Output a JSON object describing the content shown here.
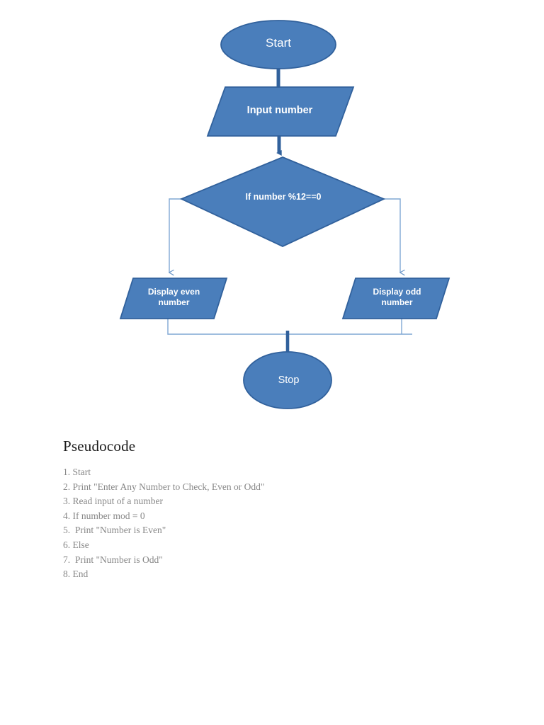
{
  "document": {
    "type": "flowchart-with-pseudocode",
    "background_color": "#ffffff"
  },
  "theme": {
    "shape_fill": "#4A7EBB",
    "shape_stroke": "#31619C",
    "shape_text_color": "#FFFFFF",
    "thick_connector_color": "#31619C",
    "thin_connector_color": "#7FA7D4",
    "pseudocode_text_color": "#878787",
    "heading_color": "#1a1a1a"
  },
  "flowchart": {
    "nodes": [
      {
        "id": "start",
        "shape": "ellipse",
        "label": "Start"
      },
      {
        "id": "input",
        "shape": "parallelogram",
        "label": "Input number"
      },
      {
        "id": "decision",
        "shape": "diamond",
        "label": "If number %12==0"
      },
      {
        "id": "even",
        "shape": "parallelogram",
        "label": "Display even\nnumber"
      },
      {
        "id": "odd",
        "shape": "parallelogram",
        "label": "Display odd\nnumber"
      },
      {
        "id": "stop",
        "shape": "ellipse",
        "label": "Stop"
      }
    ],
    "connectors": [
      {
        "id": "start-to-input",
        "from": "start",
        "to": "input",
        "style": "thick",
        "arrow": false
      },
      {
        "id": "input-to-decision",
        "from": "input",
        "to": "decision",
        "style": "thick",
        "arrow": true
      },
      {
        "id": "decision-to-even",
        "from": "decision",
        "to": "even",
        "style": "thin",
        "arrow": true
      },
      {
        "id": "decision-to-odd",
        "from": "decision",
        "to": "odd",
        "style": "thin",
        "arrow": true
      },
      {
        "id": "even-to-merge",
        "from": "even",
        "to": "merge",
        "style": "thin",
        "arrow": false
      },
      {
        "id": "odd-to-merge",
        "from": "odd",
        "to": "merge",
        "style": "thin",
        "arrow": false
      },
      {
        "id": "merge-to-stop",
        "from": "merge",
        "to": "stop",
        "style": "thick",
        "arrow": true
      }
    ]
  },
  "pseudocode": {
    "heading": "Pseudocode",
    "lines": [
      "1. Start",
      "2. Print \"Enter Any Number to Check, Even or Odd\"",
      "3. Read input of a number",
      "4. If number mod = 0",
      "5.  Print \"Number is Even\"",
      "6. Else",
      "7.  Print \"Number is Odd\"",
      "8. End"
    ]
  }
}
